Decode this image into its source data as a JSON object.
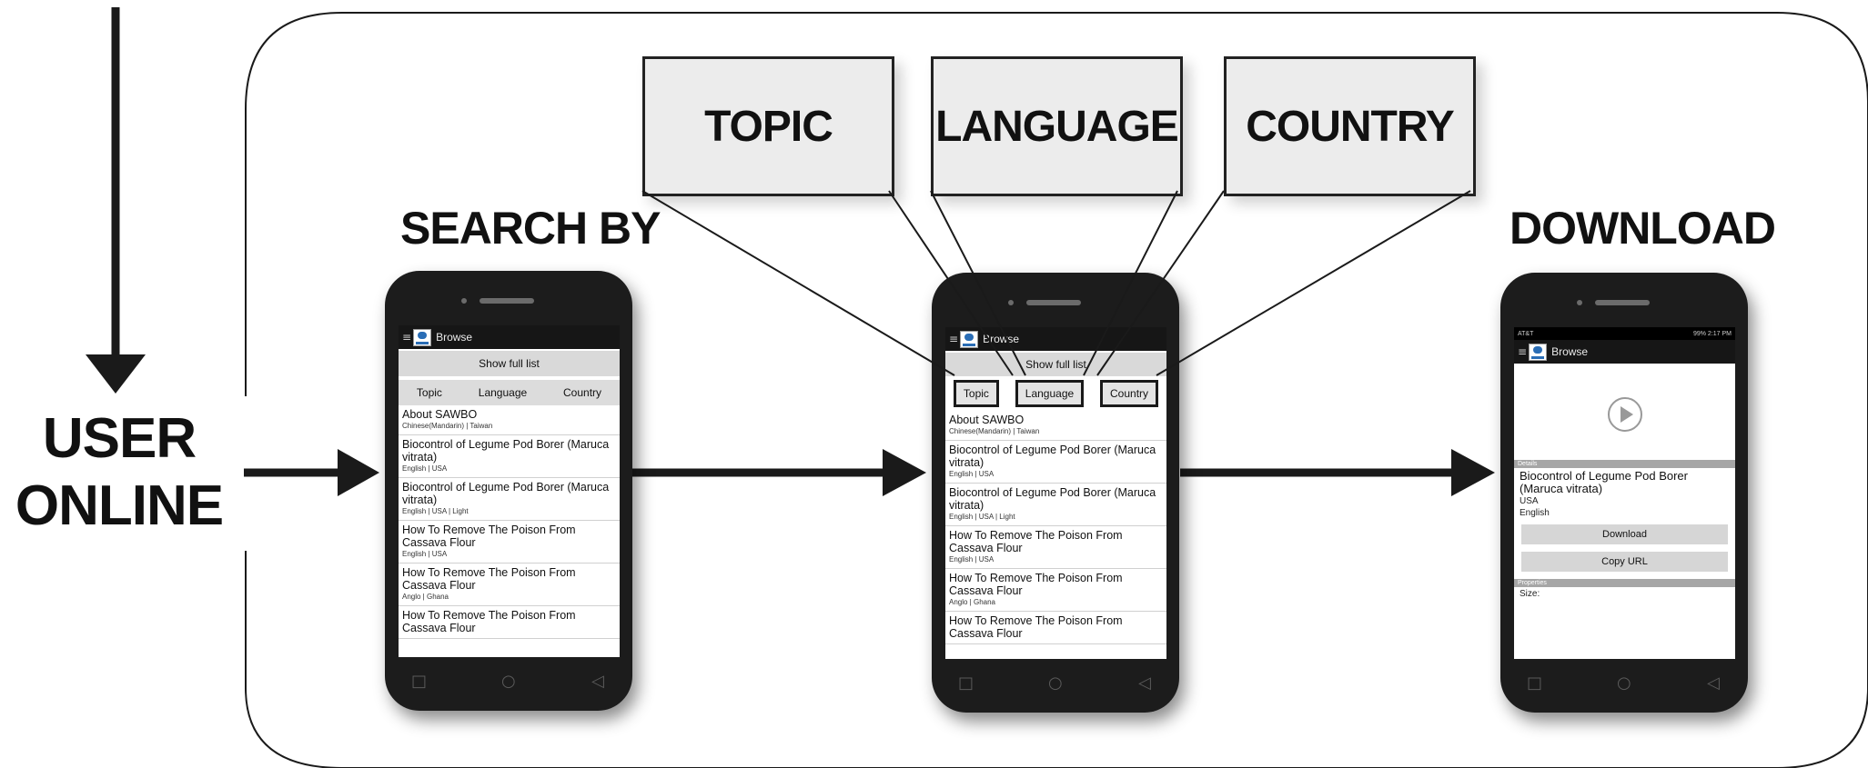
{
  "user_online": [
    "USER",
    "ONLINE"
  ],
  "search_by": "SEARCH BY",
  "download": "DOWNLOAD",
  "callouts": [
    "TOPIC",
    "LANGUAGE",
    "COUNTRY"
  ],
  "browse_screen": {
    "app_title": "Browse",
    "show_full_list": "Show full list",
    "tabs": [
      "Topic",
      "Language",
      "Country"
    ],
    "items": [
      {
        "title": "About SAWBO",
        "meta": "Chinese(Mandarin) | Taiwan"
      },
      {
        "title": "Biocontrol of Legume Pod Borer (Maruca vitrata)",
        "meta": "English | USA"
      },
      {
        "title": "Biocontrol of Legume Pod Borer (Maruca vitrata)",
        "meta": "English | USA | Light"
      },
      {
        "title": "How To Remove The Poison From Cassava Flour",
        "meta": "English | USA"
      },
      {
        "title": "How To Remove The Poison From Cassava Flour",
        "meta": "Anglo | Ghana"
      },
      {
        "title": "How To Remove The Poison From Cassava Flour",
        "meta": ""
      }
    ]
  },
  "detail_screen": {
    "status_left": "AT&T",
    "status_right": "99% 2:17 PM",
    "app_title": "Browse",
    "details_label": "Details",
    "title": "Biocontrol of Legume Pod Borer (Maruca vitrata)",
    "country": "USA",
    "language": "English",
    "download_button": "Download",
    "copy_url_button": "Copy URL",
    "properties_label": "Properties",
    "size_label": "Size:"
  },
  "nav_icons": [
    "recent-apps-icon",
    "home-icon",
    "back-icon"
  ]
}
